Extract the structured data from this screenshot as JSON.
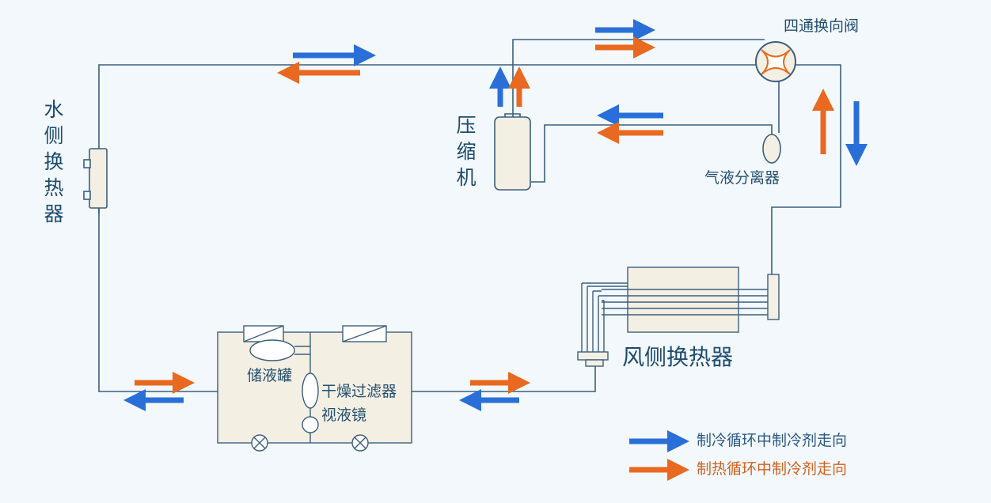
{
  "labels": {
    "water_side_exchanger": "水侧换热器",
    "compressor": "压缩机",
    "four_way_valve": "四通换向阀",
    "gas_liquid_separator": "气液分离器",
    "air_side_exchanger": "风侧换热器",
    "liquid_receiver": "储液罐",
    "drying_filter": "干燥过滤器",
    "sight_glass": "视液镜"
  },
  "legend": {
    "cooling": "制冷循环中制冷剂走向",
    "heating": "制热循环中制冷剂走向"
  },
  "colors": {
    "cooling": "#2a6fd8",
    "heating": "#e8691f",
    "pipe": "#3b5f7e",
    "background": "#f3f8fc",
    "component_fill": "#f4efe3"
  }
}
